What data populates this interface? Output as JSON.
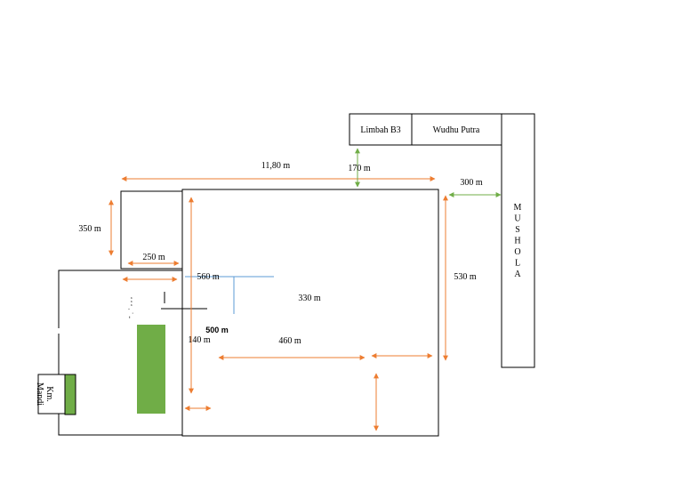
{
  "rooms": {
    "limbah": "Limbah B3",
    "wudhu": "Wudhu Putra",
    "mushola": "MUSHOLA",
    "km_mandi_line1": "Km.",
    "km_mandi_line2": "Mandi"
  },
  "dimensions": {
    "top_width": "11,80 m",
    "gap_170": "170 m",
    "gap_300": "300 m",
    "left_350": "350 m",
    "width_250": "250 m",
    "label_560": "560 m",
    "label_530": "530 m",
    "label_330": "330 m",
    "label_500": "500 m",
    "label_140": "140 m",
    "label_460": "460 m"
  },
  "annotations": {
    "vertical_small": "-  ˌ  ·  ,  ,  ,"
  },
  "colors": {
    "outline": "#000000",
    "orange_arrow": "#ED7D31",
    "green_arrow": "#70AD47",
    "green_block": "#70AD47",
    "blue_line": "#5B9BD5"
  }
}
